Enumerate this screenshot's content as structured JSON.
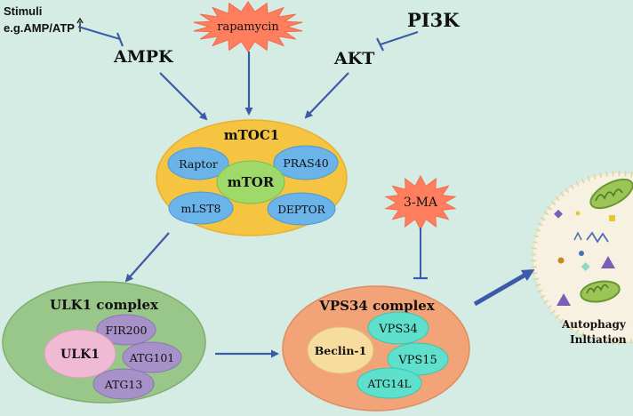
{
  "colors": {
    "background": "#d4ece4",
    "arrow": "#3c5aa8",
    "mtoc_outer": "#f5c542",
    "mtoc_inner": "#6ab4ea",
    "mtor_green": "#9fd96a",
    "ulk_outer": "#99c789",
    "ulk_inner_purple": "#a692c9",
    "ulk_inner_pink": "#f0b9d4",
    "vps_outer": "#f2a478",
    "vps_teal": "#5fe0cc",
    "beclin": "#f7dca0",
    "starburst": "#ff7e5e",
    "cell_fill": "#f7f1e2",
    "cell_border": "#e6d6a6"
  },
  "inputs": {
    "stimuli_line1": "Stimuli",
    "stimuli_line2": "e.g.AMP/ATP",
    "ampk": "AMPK",
    "rapamycin": "rapamycin",
    "pi3k": "PI3K",
    "akt": "AKT",
    "three_ma": "3-MA"
  },
  "mtoc1": {
    "title": "mTOC1",
    "center": "mTOR",
    "components": [
      "Raptor",
      "PRAS40",
      "mLST8",
      "DEPTOR"
    ]
  },
  "ulk1_complex": {
    "title": "ULK1 complex",
    "center": "ULK1",
    "components": [
      "FIR200",
      "ATG101",
      "ATG13"
    ]
  },
  "vps34_complex": {
    "title": "VPS34 complex",
    "center": "Beclin-1",
    "components": [
      "VPS34",
      "VPS15",
      "ATG14L"
    ]
  },
  "outcome": {
    "line1": "Autophagy",
    "line2": "Inltiation"
  }
}
